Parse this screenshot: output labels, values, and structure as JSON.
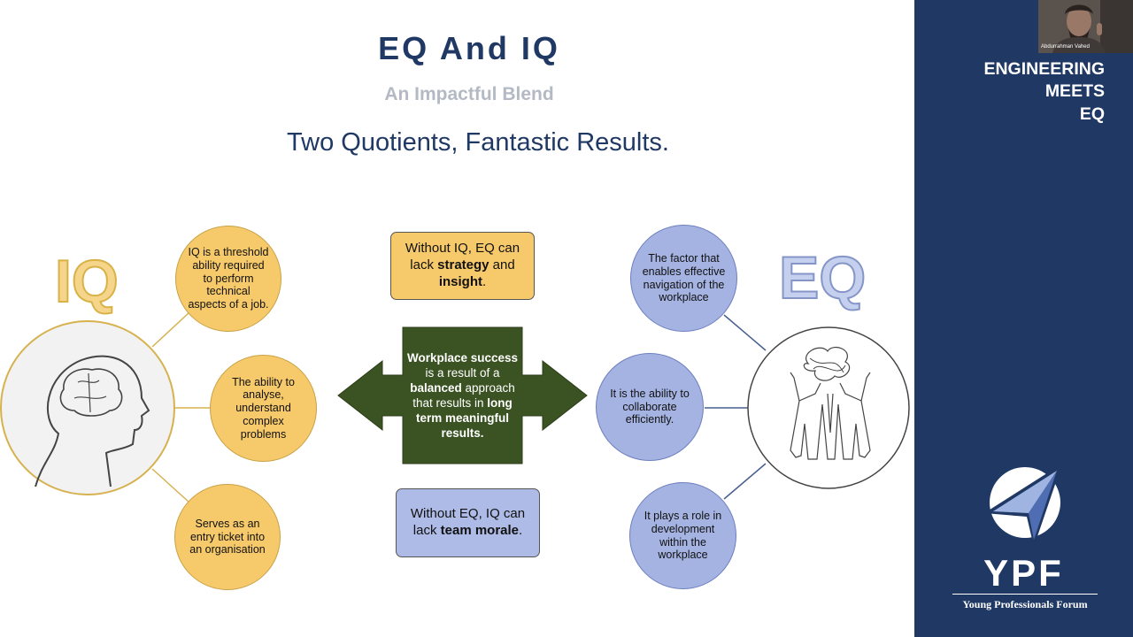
{
  "slide": {
    "title": "EQ And IQ",
    "subtitle": "An Impactful Blend",
    "tagline": "Two Quotients, Fantastic Results."
  },
  "iq": {
    "label": "IQ",
    "points": [
      "IQ is a threshold ability required to perform technical aspects of a job.",
      "The ability to analyse, understand complex problems",
      "Serves as an entry ticket into an organisation"
    ]
  },
  "eq": {
    "label": "EQ",
    "points": [
      "The factor that enables effective navigation of the workplace",
      "It is the ability to collaborate efficiently.",
      "It plays a role in development within the workplace"
    ]
  },
  "center": {
    "top_box": {
      "prefix": "Without IQ, EQ can lack ",
      "strong1": "strategy",
      "mid": " and ",
      "strong2": "insight",
      "suffix": "."
    },
    "arrow": {
      "strong1": "Workplace success",
      "t1": " is a result of a ",
      "strong2": "balanced",
      "t2": " approach that results in ",
      "strong3": "long term meaningful results."
    },
    "bottom_box": {
      "prefix": "Without EQ, IQ can lack ",
      "strong1": "team morale",
      "suffix": "."
    }
  },
  "sidebar": {
    "line1": "ENGINEERING",
    "line2": "MEETS",
    "line3": "EQ",
    "logo_text": "YPF",
    "logo_subtitle": "Young Professionals Forum"
  },
  "video": {
    "participant_name": "Abdurrahman Vahed"
  },
  "colors": {
    "navy": "#1f3864",
    "gold": "#f6c96b",
    "blue": "#a5b3e2",
    "green": "#3b5323"
  }
}
